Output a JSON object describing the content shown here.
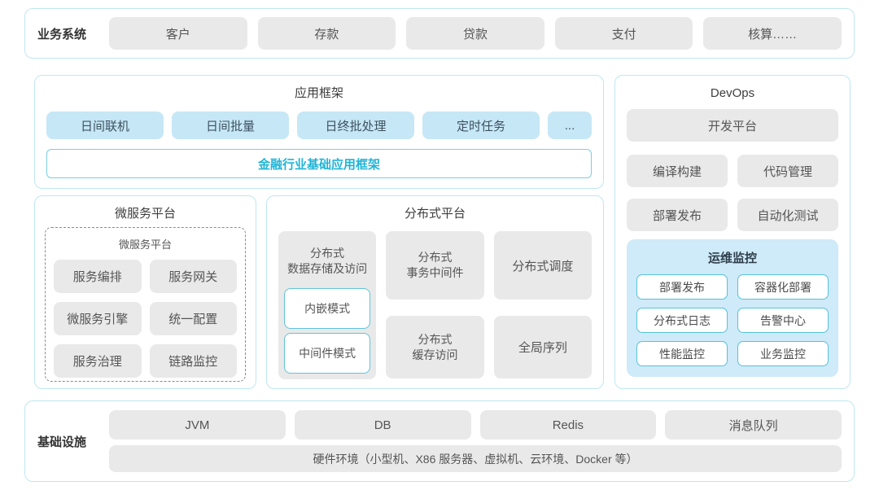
{
  "colors": {
    "panel_border": "#bfe7f0",
    "accent_cyan": "#21b4d6",
    "light_blue_fill": "#c6e7f6",
    "monitoring_bg": "#cfeaf8",
    "gray_fill": "#e9e9e9",
    "white_box_border": "#5fc4da"
  },
  "business": {
    "label": "业务系统",
    "items": [
      "客户",
      "存款",
      "贷款",
      "支付",
      "核算……"
    ]
  },
  "app_framework": {
    "title": "应用框架",
    "items": [
      "日间联机",
      "日间批量",
      "日终批处理",
      "定时任务",
      "..."
    ],
    "base_bar": "金融行业基础应用框架"
  },
  "microservice": {
    "title": "微服务平台",
    "inner_title": "微服务平台",
    "items": [
      "服务编排",
      "服务网关",
      "微服务引擎",
      "统一配置",
      "服务治理",
      "链路监控"
    ]
  },
  "distributed": {
    "title": "分布式平台",
    "storage": {
      "line1": "分布式",
      "line2": "数据存储及访问",
      "modes": [
        "内嵌模式",
        "中间件模式"
      ]
    },
    "transaction": {
      "line1": "分布式",
      "line2": "事务中间件"
    },
    "cache": {
      "line1": "分布式",
      "line2": "缓存访问"
    },
    "schedule": "分布式调度",
    "sequence": "全局序列"
  },
  "devops": {
    "title": "DevOps",
    "platform": "开发平台",
    "items": [
      "编译构建",
      "代码管理",
      "部署发布",
      "自动化测试"
    ],
    "monitoring": {
      "title": "运维监控",
      "items": [
        "部署发布",
        "容器化部署",
        "分布式日志",
        "告警中心",
        "性能监控",
        "业务监控"
      ]
    }
  },
  "infrastructure": {
    "label": "基础设施",
    "items": [
      "JVM",
      "DB",
      "Redis",
      "消息队列"
    ],
    "hardware": "硬件环境（小型机、X86 服务器、虚拟机、云环境、Docker 等）"
  }
}
